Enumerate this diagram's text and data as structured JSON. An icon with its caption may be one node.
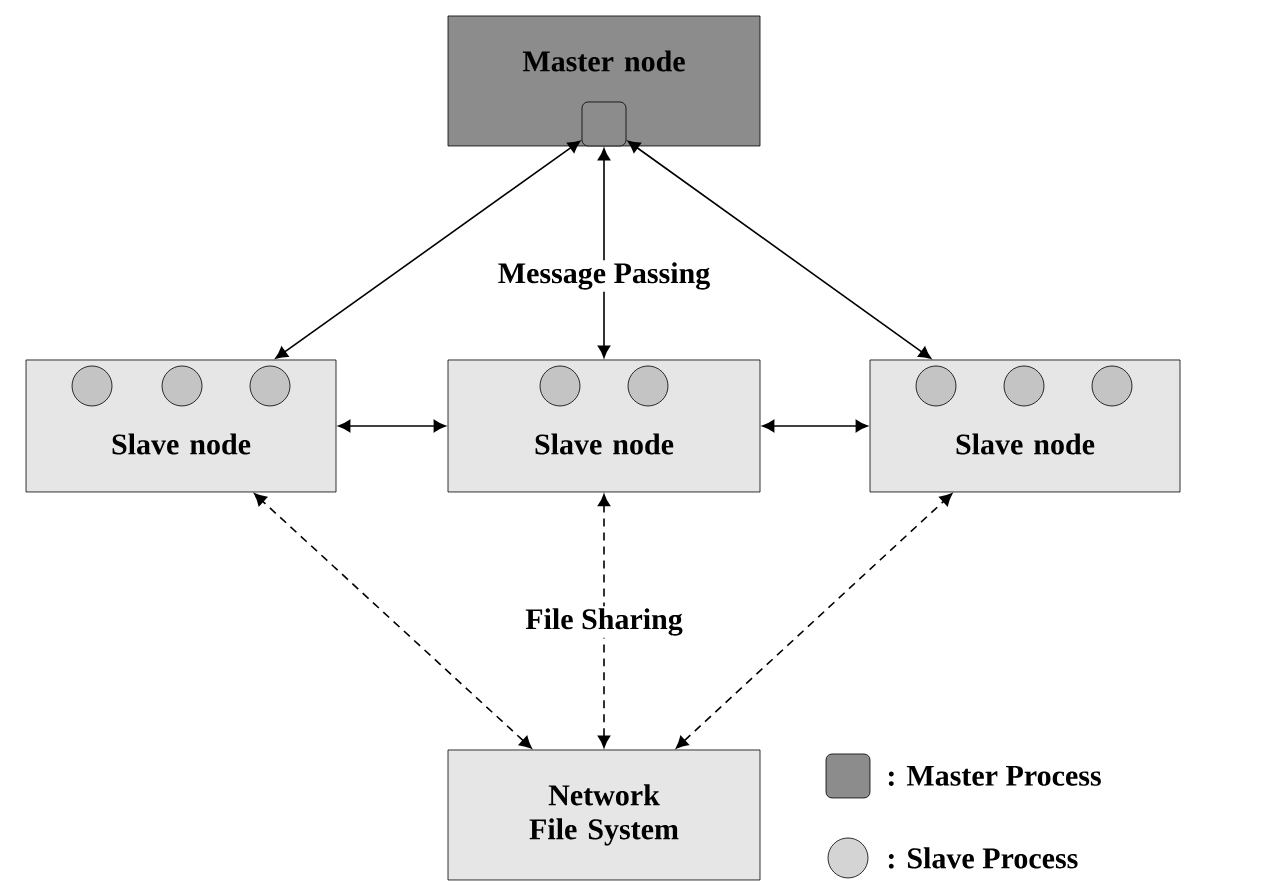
{
  "diagram": {
    "nodes": [
      {
        "text": [
          "Master node"
        ]
      },
      {
        "text": [],
        "shape": "box",
        "in": 0
      },
      {
        "text": [
          "Slave node"
        ]
      },
      {
        "text": [],
        "shape": "circle",
        "in": 2
      },
      {
        "text": [],
        "shape": "circle",
        "in": 2
      },
      {
        "text": [],
        "shape": "circle",
        "in": 2
      },
      {
        "text": [
          "Slave node"
        ]
      },
      {
        "text": [],
        "shape": "circle",
        "in": 6
      },
      {
        "text": [],
        "shape": "circle",
        "in": 6
      },
      {
        "text": [
          "Slave node"
        ]
      },
      {
        "text": [],
        "shape": "circle",
        "in": 9
      },
      {
        "text": [],
        "shape": "circle",
        "in": 9
      },
      {
        "text": [],
        "shape": "circle",
        "in": 9
      },
      {
        "text": [
          "Network File System"
        ]
      }
    ],
    "edges": [
      {
        "from": 1,
        "to": 2,
        "arrow": "both"
      },
      {
        "from": 1,
        "to": 6,
        "arrow": "both",
        "label": "Message Passing"
      },
      {
        "from": 1,
        "to": 9,
        "arrow": "both"
      },
      {
        "from": 2,
        "to": 6,
        "arrow": "both"
      },
      {
        "from": 6,
        "to": 9,
        "arrow": "both"
      },
      {
        "from": 13,
        "to": 2,
        "arrow": "both",
        "style": "dashed"
      },
      {
        "from": 13,
        "to": 6,
        "arrow": "both",
        "style": "dashed",
        "label": "File Sharing"
      },
      {
        "from": 13,
        "to": 9,
        "arrow": "both",
        "style": "dashed"
      }
    ],
    "legend": [
      {
        "text": ": Master Process",
        "color": "#8c8c8c"
      },
      {
        "text": ": Slave Process",
        "color": "#d4d4d4"
      }
    ]
  }
}
